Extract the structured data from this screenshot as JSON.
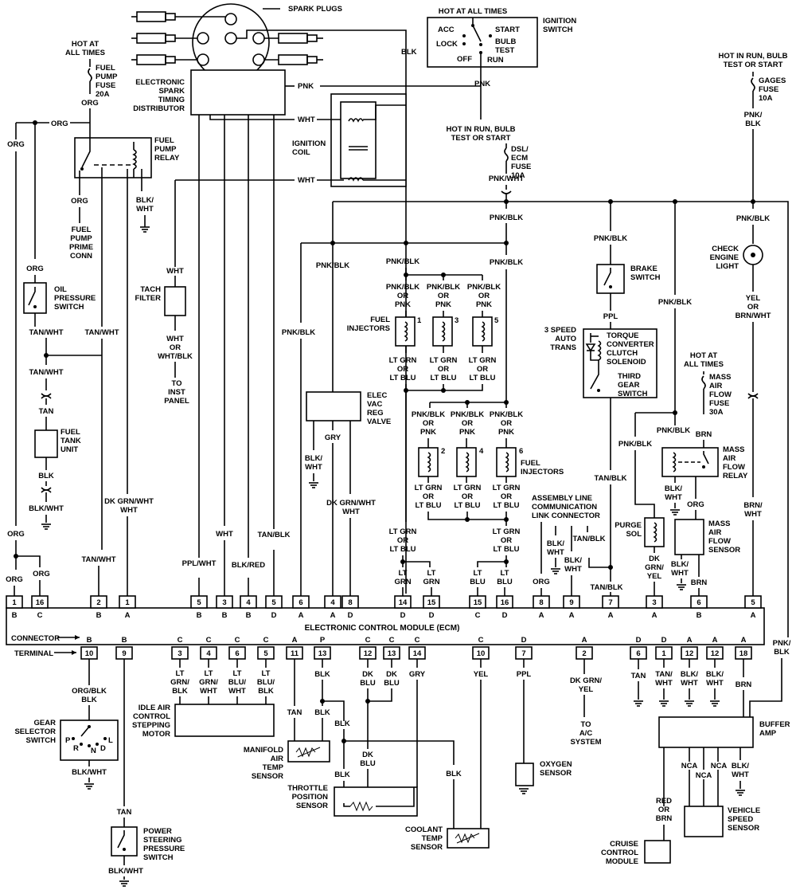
{
  "title_ecm": "ELECTRONIC CONTROL MODULE (ECM)",
  "connector_label": "CONNECTOR",
  "terminal_label": "TERMINAL",
  "spark_plugs": "SPARK PLUGS",
  "distributor": [
    "ELECTRONIC",
    "SPARK",
    "TIMING",
    "DISTRIBUTOR"
  ],
  "ignition_switch_title": [
    "IGNITION",
    "SWITCH"
  ],
  "hot_at_all_times": [
    "HOT AT",
    "ALL TIMES"
  ],
  "hot_all_times_top": "HOT AT ALL TIMES",
  "ign_positions": {
    "acc": "ACC",
    "lock": "LOCK",
    "off": "OFF",
    "start": "START",
    "bulb": "BULB",
    "test": "TEST",
    "run": "RUN"
  },
  "ignition_coil": [
    "IGNITION",
    "COIL"
  ],
  "fuel_pump_fuse": [
    "FUEL",
    "PUMP",
    "FUSE",
    "20A"
  ],
  "fuel_pump_relay": [
    "FUEL",
    "PUMP",
    "RELAY"
  ],
  "fuel_pump_prime": [
    "FUEL",
    "PUMP",
    "PRIME",
    "CONN"
  ],
  "oil_pressure_switch": [
    "OIL",
    "PRESSURE",
    "SWITCH"
  ],
  "fuel_tank_unit": [
    "FUEL",
    "TANK",
    "UNIT"
  ],
  "tach_filter": [
    "TACH",
    "FILTER"
  ],
  "to_inst_panel": [
    "TO",
    "INST",
    "PANEL"
  ],
  "hot_run_bulb_start": [
    "HOT IN RUN, BULB",
    "TEST OR START"
  ],
  "dsl_ecm_fuse": [
    "DSL/",
    "ECM",
    "FUSE",
    "10A"
  ],
  "gages_fuse": [
    "GAGES",
    "FUSE",
    "10A"
  ],
  "check_engine_light": [
    "CHECK",
    "ENGINE",
    "LIGHT"
  ],
  "brake_switch": [
    "BRAKE",
    "SWITCH"
  ],
  "three_speed": [
    "3 SPEED",
    "AUTO",
    "TRANS"
  ],
  "tcc_solenoid": [
    "TORQUE",
    "CONVERTER",
    "CLUTCH",
    "SOLENOID"
  ],
  "third_gear_switch": [
    "THIRD",
    "GEAR",
    "SWITCH"
  ],
  "fuel_injectors": [
    "FUEL",
    "INJECTORS"
  ],
  "elec_vac_reg_valve": [
    "ELEC",
    "VAC",
    "REG",
    "VALVE"
  ],
  "assembly_line_link": [
    "ASSEMBLY LINE",
    "COMMUNICATION",
    "LINK CONNECTOR"
  ],
  "mass_air_flow_fuse": [
    "MASS",
    "AIR",
    "FLOW",
    "FUSE",
    "30A"
  ],
  "mass_air_flow_relay": [
    "MASS",
    "AIR",
    "FLOW",
    "RELAY"
  ],
  "mass_air_flow_sensor": [
    "MASS",
    "AIR",
    "FLOW",
    "SENSOR"
  ],
  "purge_sol": [
    "PURGE",
    "SOL"
  ],
  "gear_selector_switch": [
    "GEAR",
    "SELECTOR",
    "SWITCH"
  ],
  "gear_letters": {
    "p": "P",
    "r": "R",
    "n": "N",
    "d": "D",
    "l": "L"
  },
  "iac_motor": [
    "IDLE AIR",
    "CONTROL",
    "STEPPING",
    "MOTOR"
  ],
  "manifold_air_temp": [
    "MANIFOLD",
    "AIR",
    "TEMP",
    "SENSOR"
  ],
  "throttle_position": [
    "THROTTLE",
    "POSITION",
    "SENSOR"
  ],
  "coolant_temp": [
    "COOLANT",
    "TEMP",
    "SENSOR"
  ],
  "oxygen_sensor": [
    "OXYGEN",
    "SENSOR"
  ],
  "to_ac_system": [
    "TO",
    "A/C",
    "SYSTEM"
  ],
  "buffer_amp": [
    "BUFFER",
    "AMP"
  ],
  "vehicle_speed_sensor": [
    "VEHICLE",
    "SPEED",
    "SENSOR"
  ],
  "cruise_control_module": [
    "CRUISE",
    "CONTROL",
    "MODULE"
  ],
  "red_or_brn": [
    "RED",
    "OR",
    "BRN"
  ],
  "wire_colors": {
    "org": "ORG",
    "blk": "BLK",
    "pnk": "PNK",
    "wht": "WHT",
    "tan": "TAN",
    "gry": "GRY",
    "ppl": "PPL",
    "brn": "BRN",
    "yel": "YEL",
    "pnk_blk": "PNK/BLK",
    "pnk_wht": "PNK/WHT",
    "tan_wht": "TAN/WHT",
    "blk_wht": "BLK/WHT",
    "dk_grn_wht": "DK GRN/WHT",
    "ppl_wht": "PPL/WHT",
    "blk_red": "BLK/RED",
    "tan_blk": "TAN/BLK",
    "wht_blk": "WHT/BLK",
    "org_blk": "ORG/BLK",
    "yel_or_brnwht": [
      "YEL",
      "OR",
      "BRN/WHT"
    ],
    "pnk_blk_or_pnk": [
      "PNK/BLK",
      "OR",
      "PNK"
    ],
    "lt_grn_or_lt_blu": [
      "LT GRN",
      "OR",
      "LT BLU"
    ],
    "wht_or_whtblk": [
      "WHT",
      "OR",
      "WHT/BLK"
    ],
    "lt_grn": [
      "LT",
      "GRN"
    ],
    "lt_blu": [
      "LT",
      "BLU"
    ],
    "dk_blu": [
      "DK",
      "BLU"
    ],
    "dk_grn_yel": [
      "DK",
      "GRN/",
      "YEL"
    ],
    "brn_wht": [
      "BRN/",
      "WHT"
    ],
    "nca": "NCA",
    "pnk_blk_split": [
      "PNK/",
      "BLK"
    ],
    "blk_wht_split": [
      "BLK/",
      "WHT"
    ],
    "dk_grn_yel_ac": [
      "DK GRN/",
      "YEL"
    ],
    "lt_grn_blk": [
      "LT",
      "GRN/",
      "BLK"
    ],
    "lt_grn_wht": [
      "LT",
      "GRN/",
      "WHT"
    ],
    "lt_blu_wht": [
      "LT",
      "BLU/",
      "WHT"
    ],
    "lt_blu_blk": [
      "LT",
      "BLU/",
      "BLK"
    ]
  },
  "ecm_top_pins": [
    {
      "num": "1",
      "side": "B"
    },
    {
      "num": "16",
      "side": "C"
    },
    {
      "num": "2",
      "side": "B"
    },
    {
      "num": "1",
      "side": "A"
    },
    {
      "num": "5",
      "side": "B"
    },
    {
      "num": "3",
      "side": "B"
    },
    {
      "num": "4",
      "side": "B"
    },
    {
      "num": "5",
      "side": "D"
    },
    {
      "num": "6",
      "side": "A"
    },
    {
      "num": "4",
      "side": "A"
    },
    {
      "num": "8",
      "side": "D"
    },
    {
      "num": "14",
      "side": "D"
    },
    {
      "num": "15",
      "side": "D"
    },
    {
      "num": "15",
      "side": "C"
    },
    {
      "num": "16",
      "side": "D"
    },
    {
      "num": "8",
      "side": "A"
    },
    {
      "num": "9",
      "side": "A"
    },
    {
      "num": "7",
      "side": "A"
    },
    {
      "num": "3",
      "side": "A"
    },
    {
      "num": "6",
      "side": "B"
    },
    {
      "num": "5",
      "side": "A"
    }
  ],
  "ecm_bottom_pins": [
    {
      "num": "10",
      "side": "B"
    },
    {
      "num": "9",
      "side": "B"
    },
    {
      "num": "3",
      "side": "C"
    },
    {
      "num": "4",
      "side": "C"
    },
    {
      "num": "6",
      "side": "C"
    },
    {
      "num": "5",
      "side": "C"
    },
    {
      "num": "11",
      "side": "A"
    },
    {
      "num": "13",
      "side": "P"
    },
    {
      "num": "12",
      "side": "C"
    },
    {
      "num": "13",
      "side": "C"
    },
    {
      "num": "14",
      "side": "C"
    },
    {
      "num": "10",
      "side": "C"
    },
    {
      "num": "7",
      "side": "D"
    },
    {
      "num": "2",
      "side": "A"
    },
    {
      "num": "6",
      "side": "D"
    },
    {
      "num": "1",
      "side": "D"
    },
    {
      "num": "12",
      "side": "A"
    },
    {
      "num": "12",
      "side": "A"
    },
    {
      "num": "18",
      "side": "A"
    }
  ],
  "injector_numbers": [
    "1",
    "3",
    "5",
    "2",
    "4",
    "6"
  ]
}
